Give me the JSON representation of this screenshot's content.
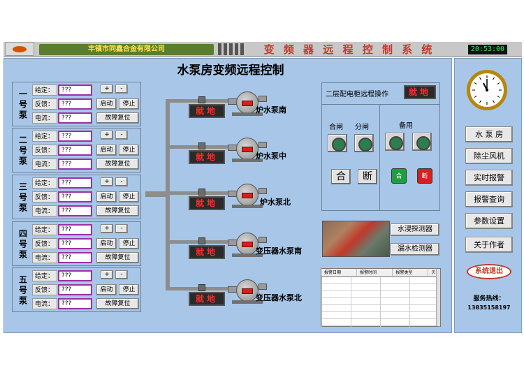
{
  "header": {
    "company": "丰镇市同鑫合金有限公司",
    "system_title": "变 频 器 远 程 控 制 系 统",
    "clock": "20:53:00"
  },
  "main": {
    "heading": "水泵房变频远程控制"
  },
  "pump_groups": [
    {
      "name": "一号泵",
      "given_label": "给定：",
      "given": "???",
      "feedback_label": "反馈：",
      "feedback": "???",
      "current_label": "电流：",
      "current": "???",
      "plus": "+",
      "minus": "-",
      "start": "启动",
      "stop": "停止",
      "reset": "故障复位"
    },
    {
      "name": "二号泵",
      "given_label": "给定：",
      "given": "???",
      "feedback_label": "反馈：",
      "feedback": "???",
      "current_label": "电流：",
      "current": "???",
      "plus": "+",
      "minus": "-",
      "start": "启动",
      "stop": "停止",
      "reset": "故障复位"
    },
    {
      "name": "三号泵",
      "given_label": "给定：",
      "given": "???",
      "feedback_label": "反馈：",
      "feedback": "???",
      "current_label": "电流：",
      "current": "???",
      "plus": "+",
      "minus": "-",
      "start": "启动",
      "stop": "停止",
      "reset": "故障复位"
    },
    {
      "name": "四号泵",
      "given_label": "给定：",
      "given": "???",
      "feedback_label": "反馈：",
      "feedback": "???",
      "current_label": "电流：",
      "current": "???",
      "plus": "+",
      "minus": "-",
      "start": "启动",
      "stop": "停止",
      "reset": "故障复位"
    },
    {
      "name": "五号泵",
      "given_label": "给定：",
      "given": "???",
      "feedback_label": "反馈：",
      "feedback": "???",
      "current_label": "电流：",
      "current": "???",
      "plus": "+",
      "minus": "-",
      "start": "启动",
      "stop": "停止",
      "reset": "故障复位"
    }
  ],
  "pumps": [
    {
      "status": "就地",
      "label": "炉水泵南"
    },
    {
      "status": "就地",
      "label": "炉水泵中"
    },
    {
      "status": "就地",
      "label": "炉水泵北"
    },
    {
      "status": "就地",
      "label": "变压器水泵南"
    },
    {
      "status": "就地",
      "label": "变压器水泵北"
    }
  ],
  "control_panel": {
    "remote_label": "二层配电柜远程操作",
    "remote_status": "就地",
    "close_label": "合闸",
    "open_label": "分闸",
    "standby_label": "备用",
    "close_btn": "合",
    "open_btn": "断",
    "green_btn": "合",
    "red_btn": "断"
  },
  "detectors": {
    "flood": "水浸探测器",
    "leak": "漏水检测器"
  },
  "alarm_table": {
    "columns": [
      "报警日期",
      "报警时间",
      "报警类型",
      "贝"
    ]
  },
  "sidebar": {
    "items": [
      "水 泵 房",
      "除尘风机",
      "实时报警",
      "报警查询",
      "参数设置",
      "关于作者"
    ],
    "exit": "系统退出",
    "hotline_label": "服务热线：",
    "hotline": "13835158197"
  }
}
